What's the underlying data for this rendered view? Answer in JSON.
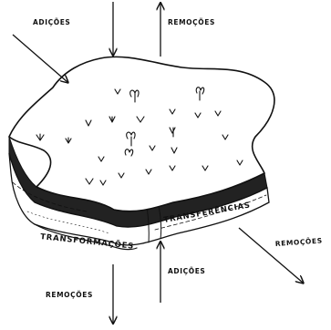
{
  "labels": {
    "additions_top_left": "ADIÇÕES",
    "removals_top_right": "REMOÇÕES",
    "removals_right": "REMOÇÕES",
    "additions_bottom": "ADIÇÕES",
    "removals_bottom_left": "REMOÇÕES",
    "transfers_right": "TRANSFERÊNCIAS",
    "transformations_left": "TRANSFORMAÇÕES"
  }
}
